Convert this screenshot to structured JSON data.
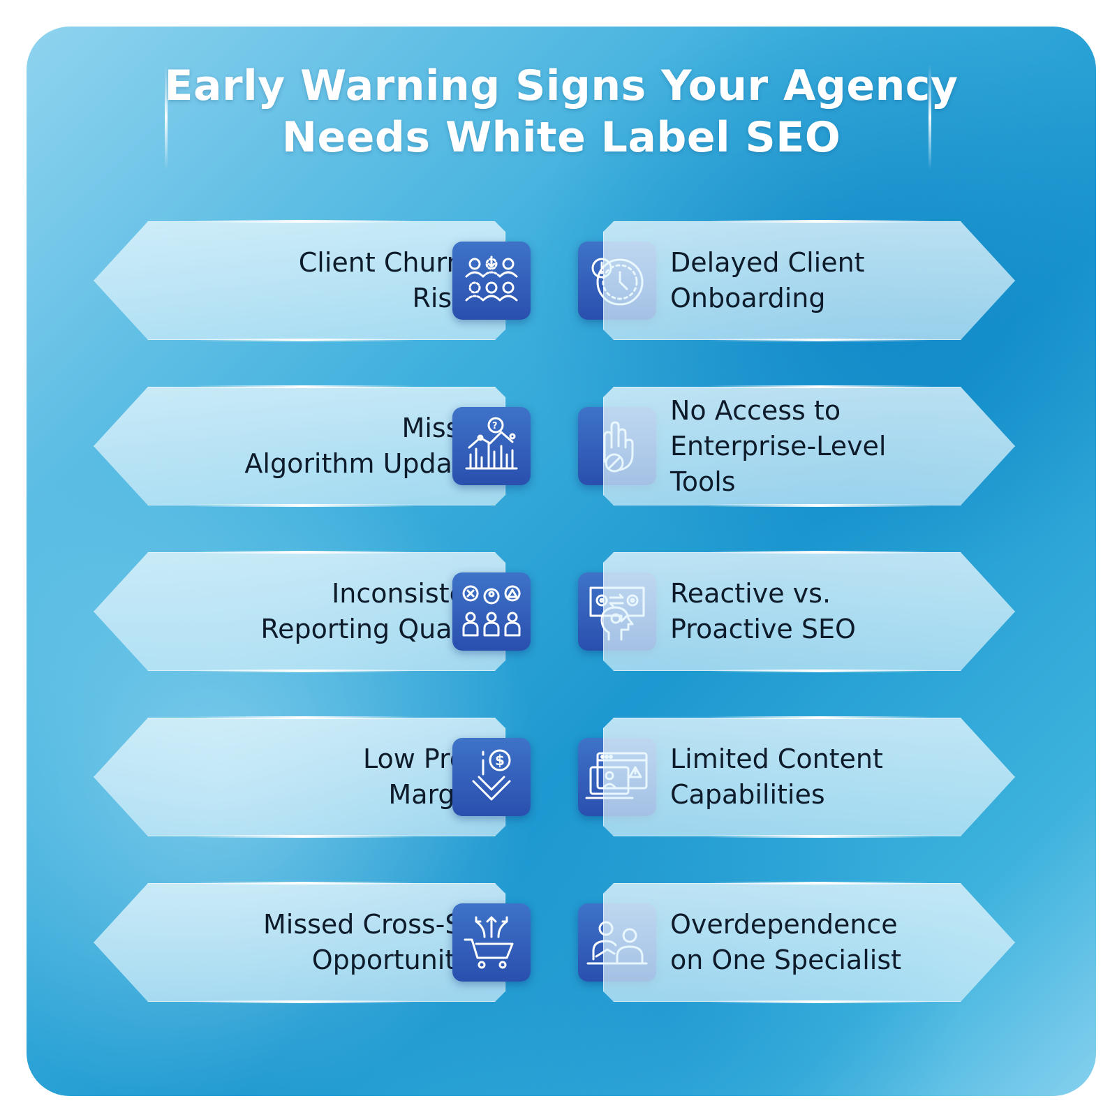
{
  "title": {
    "line1": "Early Warning Signs Your Agency",
    "line2": "Needs White Label SEO"
  },
  "signs": {
    "left": [
      {
        "lines": [
          "Client Churn is",
          "Rising"
        ],
        "icon": "client-churn-users-icon"
      },
      {
        "lines": [
          "Missed",
          "Algorithm Updates"
        ],
        "icon": "algorithm-chart-icon"
      },
      {
        "lines": [
          "Inconsistent",
          "Reporting Quality"
        ],
        "icon": "reporting-people-icon"
      },
      {
        "lines": [
          "Low Profit",
          "Margins"
        ],
        "icon": "dollar-down-arrow-icon"
      },
      {
        "lines": [
          "Missed Cross-Sell",
          "Opportunities"
        ],
        "icon": "shopping-cart-arrows-icon"
      }
    ],
    "right": [
      {
        "lines": [
          "Delayed Client",
          "Onboarding"
        ],
        "icon": "delayed-clock-icon"
      },
      {
        "lines": [
          "No Access to",
          "Enterprise-Level",
          "Tools"
        ],
        "icon": "hand-blocked-icon"
      },
      {
        "lines": [
          "Reactive vs.",
          "Proactive SEO"
        ],
        "icon": "gear-head-icon"
      },
      {
        "lines": [
          "Limited Content",
          "Capabilities"
        ],
        "icon": "laptop-warning-icon"
      },
      {
        "lines": [
          "Overdependence",
          "on One Specialist"
        ],
        "icon": "specialist-people-icon"
      }
    ]
  },
  "colors": {
    "background_light": "#8fd3ef",
    "background_deep": "#1d98d0",
    "icon_box": "#2f5cb8",
    "text": "#0d1b2a",
    "title": "#ffffff"
  }
}
